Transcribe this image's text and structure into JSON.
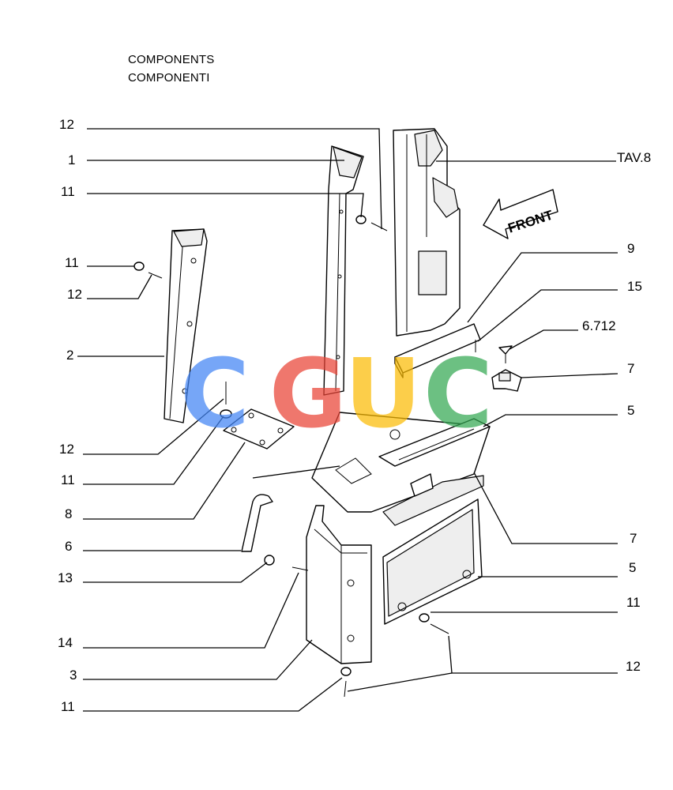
{
  "header": {
    "title_en": "COMPONENTS",
    "title_it": "COMPONENTI"
  },
  "front_arrow": "FRONT",
  "callouts": {
    "c12_top": "12",
    "c1": "1",
    "c11_top": "11",
    "c11_left": "11",
    "c12_left": "12",
    "c2": "2",
    "c12_mid": "12",
    "c11_mid": "11",
    "c8": "8",
    "c6": "6",
    "c13": "13",
    "c14": "14",
    "c3": "3",
    "c11_bottom": "11",
    "tav8": "TAV.8",
    "c9": "9",
    "c15": "15",
    "c6712": "6.712",
    "c7_top": "7",
    "c5_top": "5",
    "c7_low": "7",
    "c5_low": "5",
    "c11_right": "11",
    "c12_right": "12"
  },
  "watermark": {
    "letters": [
      "C",
      "G",
      "U",
      "C"
    ],
    "colors": [
      "#4285F4",
      "#EA4335",
      "#FBBC05",
      "#34A853"
    ]
  }
}
